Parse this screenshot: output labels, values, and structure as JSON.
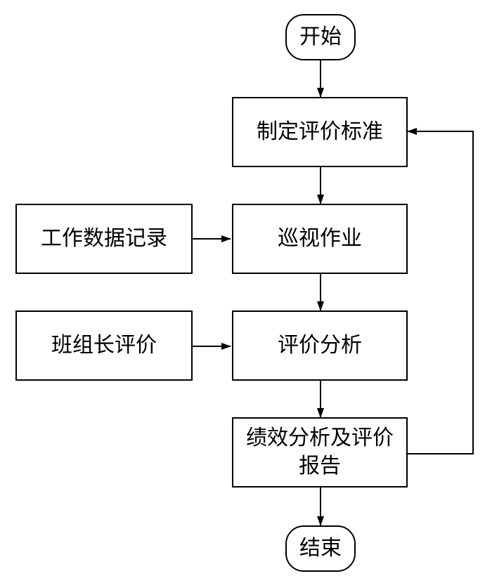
{
  "diagram": {
    "start": "开始",
    "steps": {
      "set_criteria": "制定评价标准",
      "patrol": "巡视作业",
      "evaluation": "评价分析",
      "report": "绩效分析及评价报告"
    },
    "inputs": {
      "work_records": "工作数据记录",
      "team_leader": "班组长评价"
    },
    "end": "结束"
  }
}
